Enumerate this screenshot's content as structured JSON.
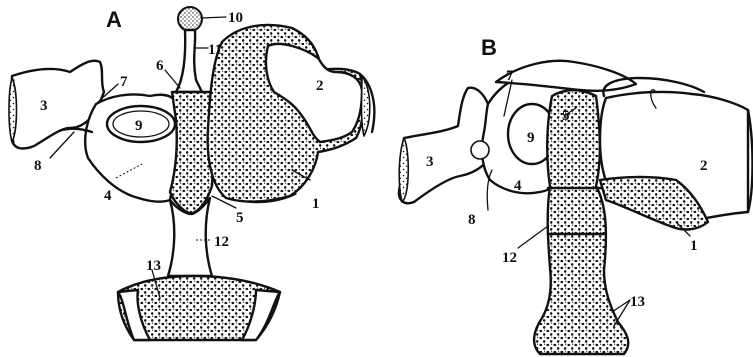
{
  "figure": {
    "panels": [
      {
        "letter": "A",
        "labels": {
          "l1": "1",
          "l2": "2",
          "l3": "3",
          "l4": "4",
          "l5": "5",
          "l6": "6",
          "l7": "7",
          "l8": "8",
          "l9": "9",
          "l10": "10",
          "l11": "11",
          "l12": "12",
          "l13": "13"
        }
      },
      {
        "letter": "B",
        "labels": {
          "l1": "1",
          "l2": "2",
          "l3": "3",
          "l4": "4",
          "l5": "5",
          "l7": "7",
          "l8": "8",
          "l9": "9",
          "l12": "12",
          "l13": "13"
        }
      }
    ]
  }
}
